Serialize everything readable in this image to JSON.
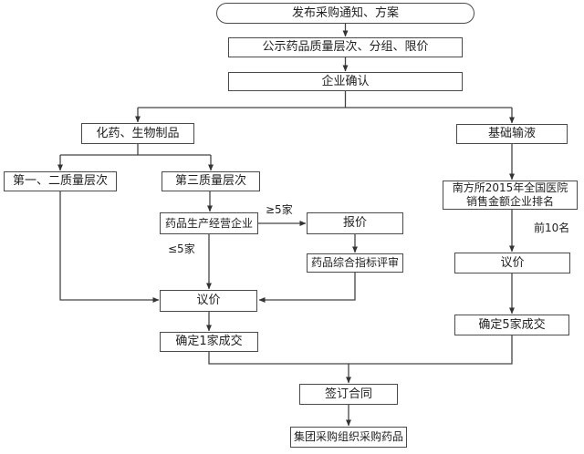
{
  "colors": {
    "background": "#ffffff",
    "box_border": "#4a4a4a",
    "line": "#444444",
    "text": "#1f1f1f"
  },
  "nodes": {
    "start": {
      "label": "发布采购通知、方案"
    },
    "publish": {
      "label": "公示药品质量层次、分组、限价"
    },
    "confirm": {
      "label": "企业确认"
    },
    "chem": {
      "label": "化药、生物制品"
    },
    "tier12": {
      "label": "第一、二质量层次"
    },
    "tier3": {
      "label": "第三质量层次"
    },
    "enterprise": {
      "label": "药品生产经营企业"
    },
    "quote": {
      "label": "报价"
    },
    "review": {
      "label": "药品综合指标评审"
    },
    "negotiate_left": {
      "label": "议价"
    },
    "deal1": {
      "label": "确定1家成交"
    },
    "infusion": {
      "label": "基础输液"
    },
    "ranking": {
      "label": "南方所2015年全国医院销售金额企业排名"
    },
    "negotiate_right": {
      "label": "议价"
    },
    "deal5": {
      "label": "确定5家成交"
    },
    "contract": {
      "label": "签订合同"
    },
    "group_purchase": {
      "label": "集团采购组织采购药品"
    }
  },
  "edge_labels": {
    "ge5": "≥5家",
    "le5": "≤5家",
    "top10": "前10名"
  }
}
